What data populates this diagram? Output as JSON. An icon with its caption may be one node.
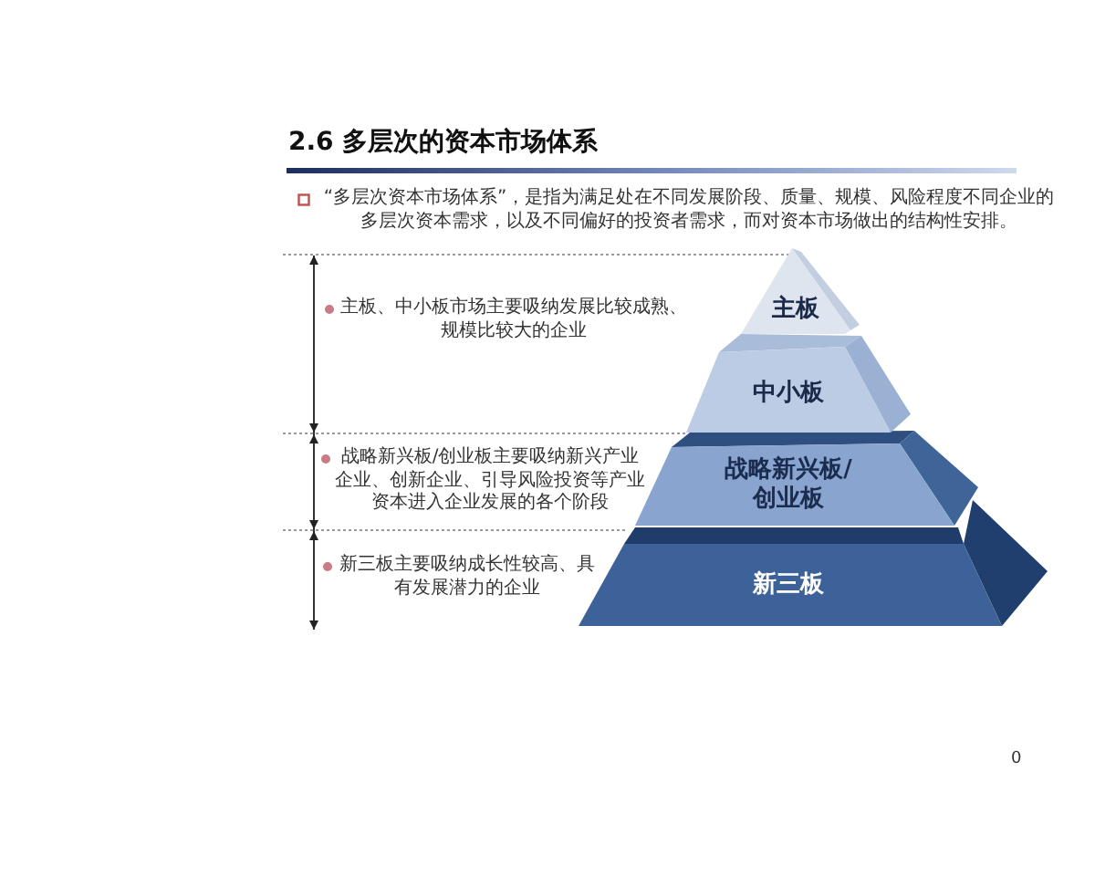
{
  "diagram": {
    "title": "2.6 多层次的资本市场体系",
    "nodes": [
      {
        "text": [
          "主板"
        ]
      },
      {
        "text": [
          "中小板"
        ]
      },
      {
        "text": [
          "战略新兴板/创业板"
        ]
      },
      {
        "text": [
          "新三板"
        ]
      }
    ],
    "labels": [
      "“多层次资本市场体系”，是指为满足处在不同发展阶段、质量、规模、风险程度不同企业的多层次资本需求，以及不同偏好的投资者需求，而对资本市场做出的结构性安排。",
      "主板、中小板市场主要吸纳发展比较成熟、规模比较大的企业",
      "战略新兴板/创业板主要吸纳新兴产业企业、创新企业、引导风险投资等产业资本进入企业发展的各个阶段",
      "新三板主要吸纳成长性较高、具有发展潜力的企业",
      "0"
    ]
  }
}
